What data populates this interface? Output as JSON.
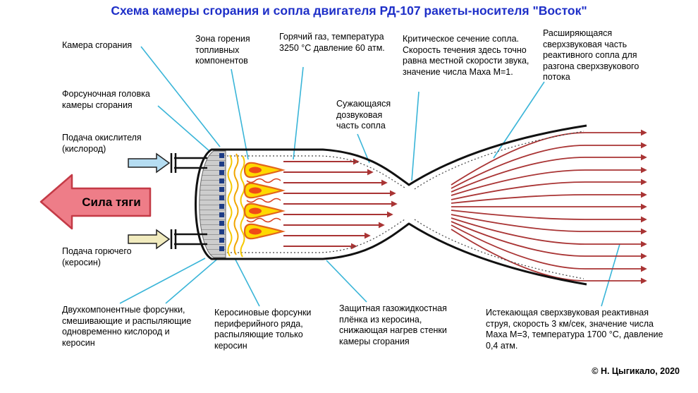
{
  "title": "Схема камеры сгорания и сопла двигателя РД-107 ракеты-носителя \"Восток\"",
  "diagram": {
    "labels": {
      "combustion_chamber": "Камера сгорания",
      "injector_head": "Форсуночная головка камеры сгорания",
      "oxidizer_supply": "Подача окислителя (кислород)",
      "thrust": "Сила тяги",
      "fuel_supply": "Подача горючего (керосин)",
      "burning_zone": "Зона горения топливных компонентов",
      "hot_gas": "Горячий газ, температура 3250 °C давление 60 атм.",
      "converging_section": "Сужающаяся дозвуковая часть сопла",
      "critical_section": "Критическое сечение сопла. Скорость течения здесь точно равна местной скорости звука, значение числа Маха М=1.",
      "expanding_section": "Расширяющаяся сверхзвуковая часть реактивного сопла для разгона сверхзвукового потока",
      "bipropellant_injectors": "Двухкомпонентные форсунки, смешивающие и распыляющие одновременно кислород и керосин",
      "kerosene_injectors": "Керосиновые форсунки периферийного ряда, распыляющие только керосин",
      "protective_film": "Защитная газожидкостная плёнка из керосина, снижающая нагрев стенки камеры сгорания",
      "exhaust_jet": "Истекающая сверхзвуковая реактивная струя, скорость 3 км/сек, значение числа Маха М=3, температура 1700 °C, давление 0,4 атм."
    },
    "credit": "© Н. Цыгикало, 2020",
    "colors": {
      "title_blue": "#1e2fc8",
      "leader_line_cyan": "#3ab5d8",
      "flow_arrow_red": "#a93434",
      "thrust_fill": "#ee7d88",
      "thrust_outline": "#c43a46",
      "oxidizer_fill": "#b5ddf2",
      "fuel_fill": "#f1ebbe",
      "flame_yellow": "#ffd800",
      "flame_orange": "#e2641b",
      "injector_gray": "#cdcdcd"
    }
  }
}
